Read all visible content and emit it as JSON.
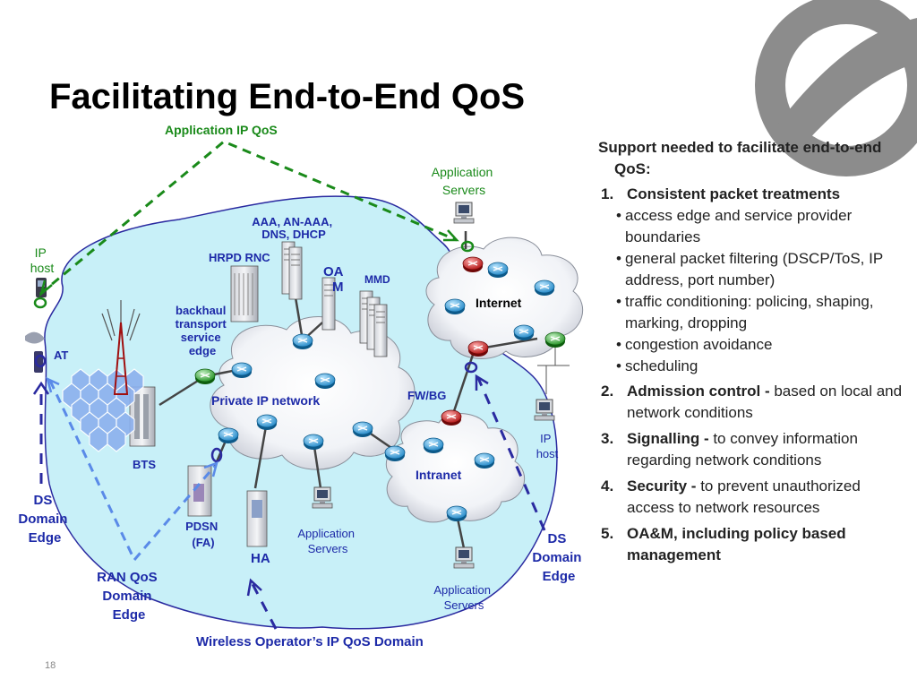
{
  "slide": {
    "title": "Facilitating End-to-End QoS",
    "page_number": "18"
  },
  "diagram": {
    "application_ip_qos": "Application IP QoS",
    "application_servers_top": [
      "Application",
      "Servers"
    ],
    "aaa": [
      "AAA, AN-AAA,",
      "DNS, DHCP"
    ],
    "hrpd_rnc": "HRPD RNC",
    "oam": [
      "OA",
      "M"
    ],
    "mmd": "MMD",
    "ip_host_left": [
      "IP",
      "host"
    ],
    "at": "AT",
    "backhaul": [
      "backhaul",
      "transport",
      "service",
      "edge"
    ],
    "internet": "Internet",
    "private_ip_network": "Private IP network",
    "fw_bg": "FW/BG",
    "bts": "BTS",
    "ip_host_right": [
      "IP",
      "host"
    ],
    "intranet": "Intranet",
    "ds_domain_edge_left": [
      "DS",
      "Domain",
      "Edge"
    ],
    "pdsn": [
      "PDSN",
      "(FA)"
    ],
    "ha": "HA",
    "application_servers_mid": [
      "Application",
      "Servers"
    ],
    "application_servers_bottom": [
      "Application",
      "Servers"
    ],
    "ds_domain_edge_right": [
      "DS",
      "Domain",
      "Edge"
    ],
    "ran_qos_domain_edge": [
      "RAN QoS",
      "Domain",
      "Edge"
    ],
    "wireless_operator_domain": "Wireless Operator’s IP QoS Domain"
  },
  "panel": {
    "intro": "Support needed to facilitate end-to-end QoS:",
    "items": [
      {
        "num": "1.",
        "head": "Consistent packet treatments",
        "rest": "",
        "bullets": [
          "access edge and service provider boundaries",
          "general packet filtering (DSCP/ToS, IP address, port number)",
          "traffic conditioning: policing, shaping,",
          "congestion avoidance",
          "scheduling"
        ],
        "bullet_continuation": "marking, dropping"
      },
      {
        "num": "2.",
        "head": "Admission control -",
        "rest": " based on local and network conditions"
      },
      {
        "num": "3.",
        "head": "Signalling -",
        "rest": " to convey information regarding network conditions"
      },
      {
        "num": "4.",
        "head": "Security -",
        "rest": " to prevent unauthorized access to network resources"
      },
      {
        "num": "5.",
        "head": "OA&M, including policy based management",
        "rest": ""
      }
    ]
  },
  "colors": {
    "operator_domain_fill": "#c8f0f8",
    "domain_outline": "#2a2aa0",
    "dashed_green": "#1a8a1a",
    "dashed_blue": "#2a2aa0",
    "dashed_light_blue": "#5a8ae8",
    "router_blue": "#2a9ad8",
    "router_green": "#2aa02a",
    "router_red": "#c81e1e",
    "logo": "#8c8c8c"
  },
  "icons": [
    "router-icon",
    "server-rack-icon",
    "pc-icon",
    "cell-tower-icon",
    "phone-icon",
    "logo-icon"
  ]
}
